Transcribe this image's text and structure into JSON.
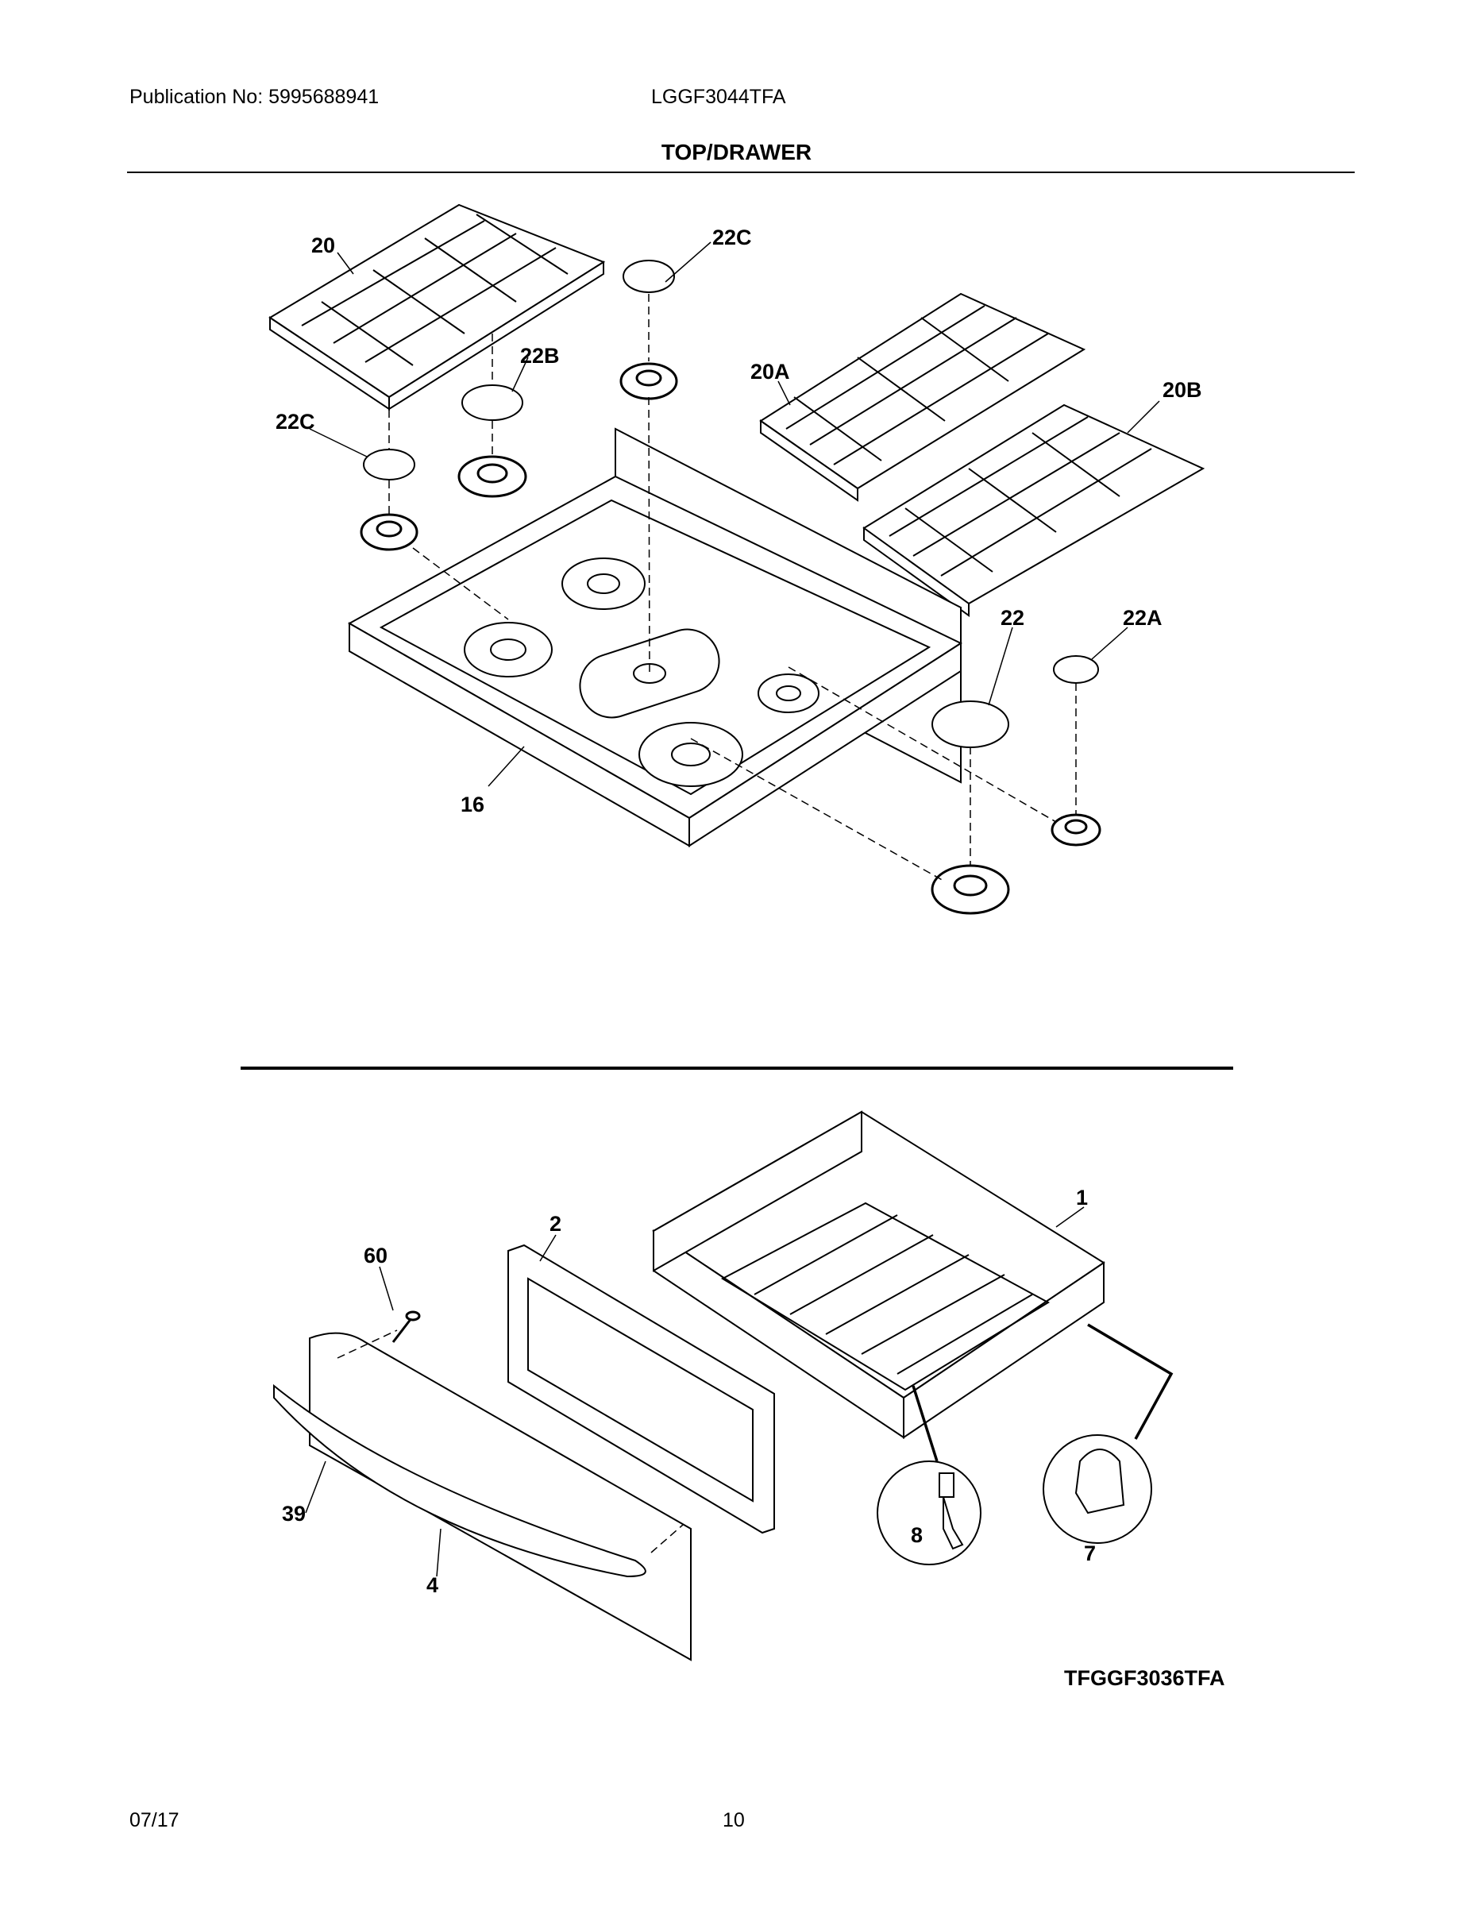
{
  "header": {
    "publication": "Publication No: 5995688941",
    "model": "LGGF3044TFA",
    "section_title": "TOP/DRAWER"
  },
  "callouts_top": [
    "20",
    "22C",
    "22B",
    "20A",
    "20B",
    "22C",
    "22",
    "22A",
    "16"
  ],
  "callouts_bottom": [
    "1",
    "2",
    "60",
    "39",
    "4",
    "8",
    "7"
  ],
  "figure_code": "TFGGF3036TFA",
  "footer": {
    "date": "07/17",
    "page": "10"
  }
}
